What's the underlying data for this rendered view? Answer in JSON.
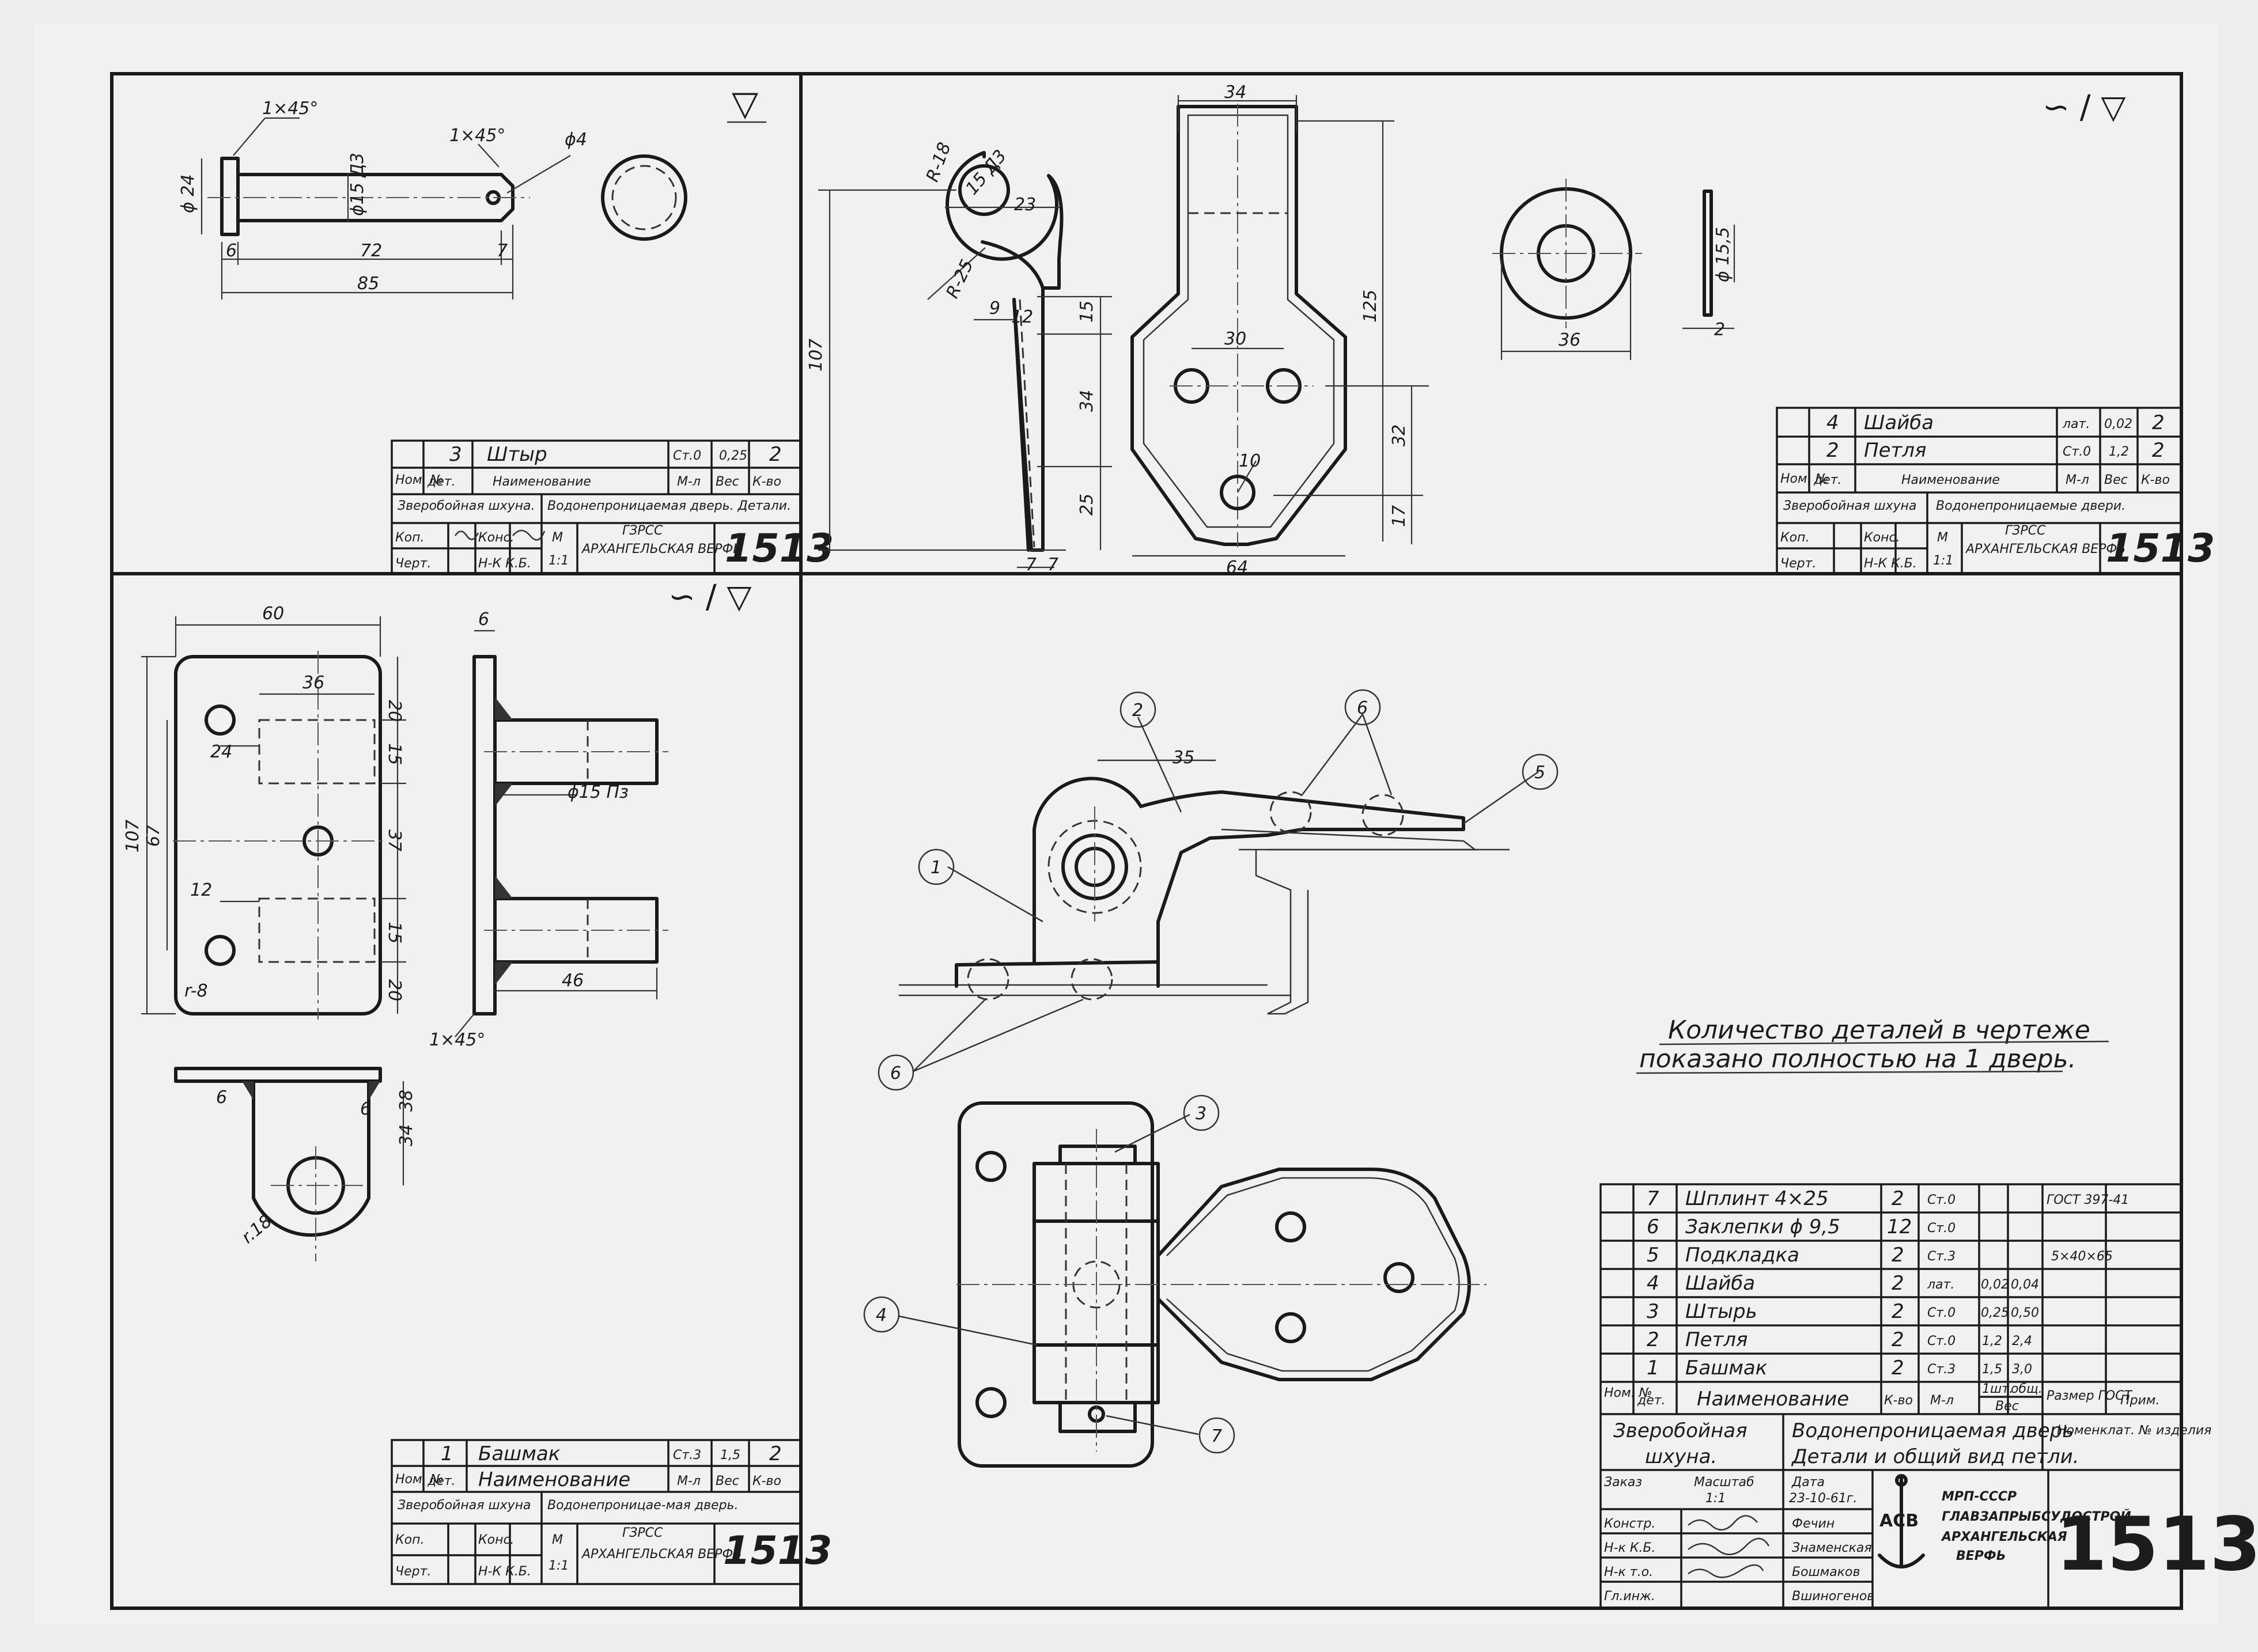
{
  "sheet_number": "1513",
  "surface_marks": {
    "top_left": "▽",
    "top_right": "∽ / ▽",
    "bottom_left": "∽ / ▽"
  },
  "part_shtyr": {
    "dims": {
      "chamfer_head": "1×45°",
      "chamfer_tip": "1×45°",
      "hole": "ϕ4",
      "head_dia": "ϕ 24",
      "shaft_dia": "ϕ15 Д3",
      "head_len": "6",
      "shaft_len": "72",
      "tip": "7",
      "overall": "85"
    },
    "title_block": {
      "pos": "3",
      "name": "Штыр",
      "material": "Ст.0",
      "weight": "0,25",
      "qty": "2",
      "h_pos": "Ном. №",
      "h_det": "дет.",
      "h_name": "Наименование",
      "h_mat": "М-л",
      "h_weight": "Вес",
      "h_qty": "К-во",
      "project": "Зверобойная шхуна.",
      "object": "Водонепроницаемая дверь. Детали.",
      "kop": "Коп.",
      "chert": "Черт.",
      "kons": "Конс.",
      "nk": "Н-К К.Б.",
      "scale_m": "М",
      "scale": "1:1",
      "org1": "ГЗРСС",
      "org2": "АРХАНГЕЛЬСКАЯ ВЕРФЬ",
      "number": "1513"
    }
  },
  "part_petlya_shaiba": {
    "dims": {
      "boss_r": "R-18",
      "boss_hole": "15 Д3",
      "offset": "23",
      "bend_r": "R-25",
      "d9": "9",
      "d12": "12",
      "d15": "15",
      "d34v": "34",
      "d25": "25",
      "d7a": "7",
      "d7b": "7",
      "total_h": "107",
      "top_w": "34",
      "hole_spacing": "30",
      "hole": "10",
      "height": "125",
      "d32": "32",
      "d17": "17",
      "width": "64",
      "washer_dia": "36",
      "washer_hole": "ϕ 15,5",
      "washer_thk": "2"
    },
    "title_block": {
      "rows": [
        {
          "pos": "4",
          "name": "Шайба",
          "material": "лат.",
          "weight": "0,02",
          "qty": "2"
        },
        {
          "pos": "2",
          "name": "Петля",
          "material": "Ст.0",
          "weight": "1,2",
          "qty": "2"
        }
      ],
      "h_pos": "Ном. №",
      "h_det": "дет.",
      "h_name": "Наименование",
      "h_mat": "М-л",
      "h_weight": "Вес",
      "h_qty": "К-во",
      "project": "Зверобойная шхуна",
      "object": "Водонепроницаемые двери.",
      "kop": "Коп.",
      "chert": "Черт.",
      "kons": "Конс.",
      "nk": "Н-К К.Б.",
      "scale_m": "М",
      "scale": "1:1",
      "org1": "ГЗРСС",
      "org2": "АРХАНГЕЛЬСКАЯ ВЕРФЬ",
      "number": "1513"
    }
  },
  "part_bashmak": {
    "dims": {
      "width": "60",
      "d36": "36",
      "d24": "24",
      "d12": "12",
      "r8": "r-8",
      "h107": "107",
      "h67": "67",
      "d20a": "20",
      "d15a": "15",
      "d37": "37",
      "d15b": "15",
      "d20b": "20",
      "thk": "6",
      "pin": "ϕ15 Пз",
      "pin_len": "46",
      "chamfer": "1×45°",
      "foot_t1": "6",
      "foot_t2": "6",
      "foot_h": "34",
      "foot_h2": "38",
      "foot_r": "r.18"
    },
    "title_block": {
      "pos": "1",
      "name": "Башмак",
      "material": "Ст.3",
      "weight": "1,5",
      "qty": "2",
      "h_pos": "Ном. №",
      "h_det": "дет.",
      "h_name": "Наименование",
      "h_mat": "М-л",
      "h_weight": "Вес",
      "h_qty": "К-во",
      "project": "Зверобойная шхуна",
      "object": "Водонепроницае-мая дверь.",
      "kop": "Коп.",
      "chert": "Черт.",
      "kons": "Конс.",
      "nk": "Н-К К.Б.",
      "scale_m": "М",
      "scale": "1:1",
      "org1": "ГЗРСС",
      "org2": "АРХАНГЕЛЬСКАЯ ВЕРФЬ",
      "number": "1513"
    }
  },
  "assembly": {
    "callouts": [
      "1",
      "2",
      "3",
      "4",
      "5",
      "6",
      "6",
      "7"
    ],
    "sketch_dim": "35",
    "note_line1": "Количество деталей в чертеже",
    "note_line2": "показано полностью на 1 дверь."
  },
  "main_title_block": {
    "rows": [
      {
        "pos": "7",
        "name": "Шплинт 4×25",
        "qty": "2",
        "material": "Ст.0",
        "w1": "",
        "w2": "",
        "size": "ГОСТ 397-41"
      },
      {
        "pos": "6",
        "name": "Заклепки ϕ 9,5",
        "qty": "12",
        "material": "Ст.0",
        "w1": "",
        "w2": "",
        "size": ""
      },
      {
        "pos": "5",
        "name": "Подкладка",
        "qty": "2",
        "material": "Ст.3",
        "w1": "",
        "w2": "",
        "size": "5×40×65"
      },
      {
        "pos": "4",
        "name": "Шайба",
        "qty": "2",
        "material": "лат.",
        "w1": "0,02",
        "w2": "0,04",
        "size": ""
      },
      {
        "pos": "3",
        "name": "Штырь",
        "qty": "2",
        "material": "Ст.0",
        "w1": "0,25",
        "w2": "0,50",
        "size": ""
      },
      {
        "pos": "2",
        "name": "Петля",
        "qty": "2",
        "material": "Ст.0",
        "w1": "1,2",
        "w2": "2,4",
        "size": ""
      },
      {
        "pos": "1",
        "name": "Башмак",
        "qty": "2",
        "material": "Ст.3",
        "w1": "1,5",
        "w2": "3,0",
        "size": ""
      }
    ],
    "h_pos": "Ном. №",
    "h_det": "дет.",
    "h_name": "Наименование",
    "h_qty": "К-во",
    "h_mat": "М-л",
    "h_w1": "1шт.",
    "h_w2": "общ.",
    "h_weight": "Вес",
    "h_size": "Размер ГОСТ",
    "h_note": "Прим.",
    "project_1": "Зверобойная",
    "project_2": "шхуна.",
    "title_1": "Водонепроницаемая дверь",
    "title_2": "Детали и общий вид петли.",
    "nomenclature": "Номенклат. № изделия",
    "order": "Заказ",
    "scale_label": "Масштаб",
    "scale": "1:1",
    "date_label": "Дата",
    "date": "23-10-61г.",
    "roles": [
      "Констр.",
      "Н-к К.Б.",
      "Н-к т.о.",
      "Гл.инж."
    ],
    "names": [
      "Фечин",
      "Знаменская",
      "Бошмаков",
      "Вшиногенов"
    ],
    "org": [
      "МРП-СССР",
      "ГЛАВЗАПРЫБСУДОСТРОЙ",
      "АРХАНГЕЛЬСКАЯ",
      "ВЕРФЬ"
    ],
    "logo": "АСВ",
    "number": "1513"
  }
}
